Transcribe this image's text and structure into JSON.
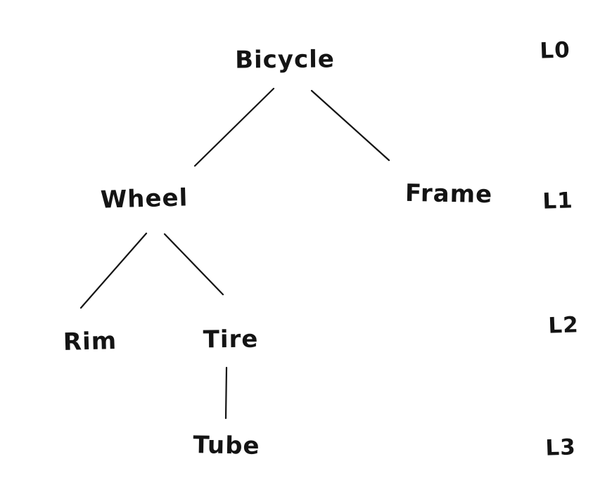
{
  "diagram": {
    "type": "tree",
    "style": "hand-drawn",
    "colors": {
      "ink": "#141414",
      "background": "#ffffff"
    },
    "nodes": {
      "bicycle": {
        "label": "Bicycle",
        "level": 0
      },
      "wheel": {
        "label": "Wheel",
        "level": 1
      },
      "frame": {
        "label": "Frame",
        "level": 1
      },
      "rim": {
        "label": "Rim",
        "level": 2
      },
      "tire": {
        "label": "Tire",
        "level": 2
      },
      "tube": {
        "label": "Tube",
        "level": 3
      }
    },
    "edges": [
      {
        "from": "Bicycle",
        "to": "Wheel"
      },
      {
        "from": "Bicycle",
        "to": "Frame"
      },
      {
        "from": "Wheel",
        "to": "Rim"
      },
      {
        "from": "Wheel",
        "to": "Tire"
      },
      {
        "from": "Tire",
        "to": "Tube"
      }
    ],
    "level_labels": {
      "l0": "L0",
      "l1": "L1",
      "l2": "L2",
      "l3": "L3"
    }
  }
}
